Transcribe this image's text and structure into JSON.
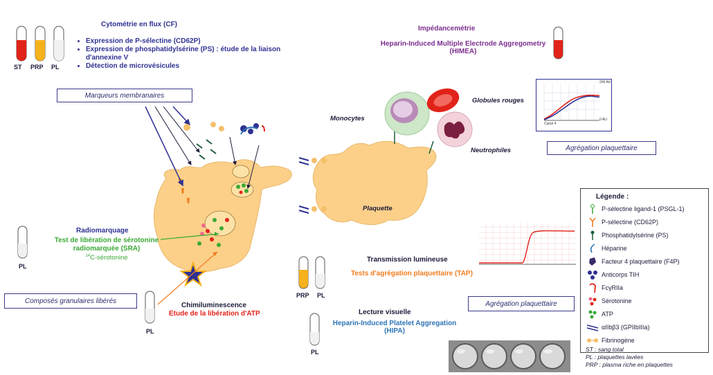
{
  "cytometry": {
    "title": "Cytométrie en flux (CF)",
    "items": [
      "Expression de P-sélectine (CD62P)",
      "Expression de phosphatidylsérine (PS) : étude de la liaison d'annexine V",
      "Détection de microvésicules"
    ]
  },
  "tubes_top": [
    "ST",
    "PRP",
    "PL"
  ],
  "impedance": {
    "title": "Impédancemétrie",
    "subtitle": "Heparin-Induced Multiple Electrode Aggregometry (HIMEA)"
  },
  "boxes": {
    "membrane": "Marqueurs membranaires",
    "granular": "Composés granulaires libérés",
    "aggregation_top": "Agrégation plaquettaire",
    "aggregation_mid": "Agrégation plaquettaire"
  },
  "cells": {
    "monocytes": "Monocytes",
    "red_cells": "Globules rouges",
    "neutrophils": "Neutrophiles",
    "platelet": "Plaquette"
  },
  "graph_top": {
    "label_high": "200 AU",
    "label_low": "0 AU",
    "label_channel": "Canal 4"
  },
  "radiolabel": {
    "title": "Radiomarquage",
    "line1": "Test de libération de sérotonine",
    "line2": "radiomarquée (SRA)",
    "line3": "14C-sérotonine",
    "sup": "14",
    "rest": "C-sérotonine",
    "tube": "PL"
  },
  "chemi": {
    "title": "Chimiluminescence",
    "subtitle": "Etude de la libération d'ATP",
    "tube": "PL"
  },
  "light": {
    "title": "Transmission lumineuse",
    "subtitle": "Tests d'agrégation plaquettaire (TAP)",
    "tubes": [
      "PRP",
      "PL"
    ]
  },
  "visual": {
    "title": "Lecture visuelle",
    "subtitle": "Heparin-Induced Platelet Aggregation (HIPA)",
    "tube": "PL"
  },
  "legend": {
    "title": "Légende :",
    "items": [
      "P-sélectine ligand-1 (PSGL-1)",
      "P-sélectine (CD62P)",
      "Phosphatidylsérine (PS)",
      "Héparine",
      "Facteur 4 plaquettaire (F4P)",
      "Anticorps TIH",
      "FcγRIIa",
      "Sérotonine",
      "ATP",
      "αIIbβ3 (GPIIbIIIa)",
      "Fibrinogène"
    ]
  },
  "abbreviations": [
    "ST : sang total",
    "PL : plaquettes lavées",
    "PRP : plasma riche en plaquettes"
  ],
  "colors": {
    "red_blood": "#e2231a",
    "prp_yellow": "#f5b21b",
    "platelet": "#fcd089",
    "navy": "#2e3192"
  }
}
